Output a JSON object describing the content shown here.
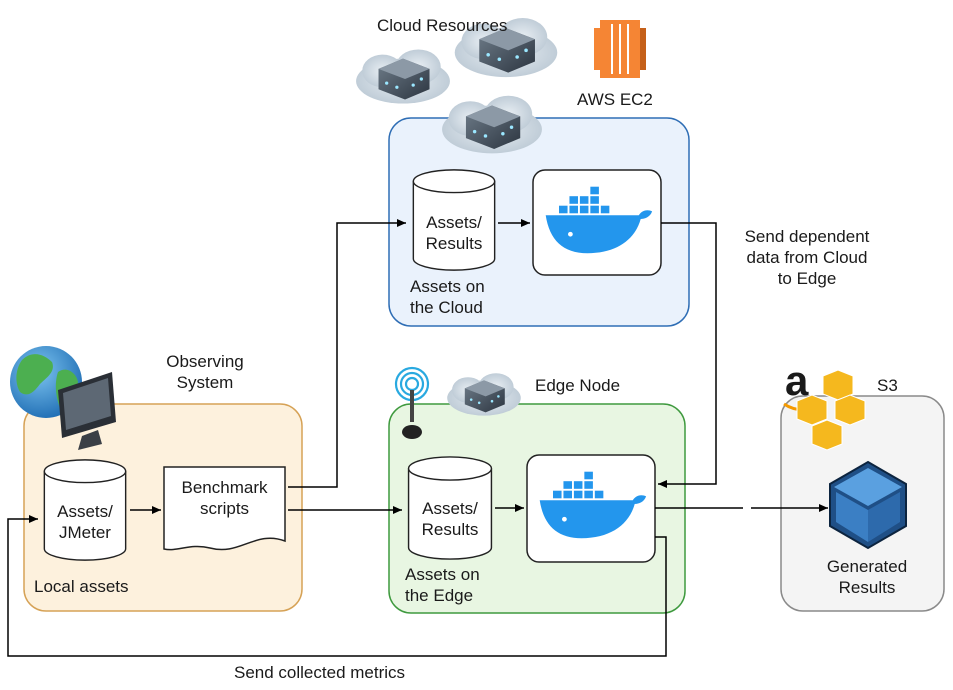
{
  "cloud": {
    "title": "Cloud Resources",
    "provider_label": "AWS EC2",
    "store_line1": "Assets/",
    "store_line2": "Results",
    "caption_line1": "Assets on",
    "caption_line2": "the Cloud"
  },
  "edge": {
    "title": "Edge Node",
    "store_line1": "Assets/",
    "store_line2": "Results",
    "caption_line1": "Assets on",
    "caption_line2": "the Edge"
  },
  "observer": {
    "title_line1": "Observing",
    "title_line2": "System",
    "store_line1": "Assets/",
    "store_line2": "JMeter",
    "scripts_line1": "Benchmark",
    "scripts_line2": "scripts",
    "caption": "Local assets"
  },
  "s3": {
    "title": "S3",
    "brand_letter": "a",
    "result_line1": "Generated",
    "result_line2": "Results"
  },
  "edges": {
    "cloud_to_edge_line1": "Send dependent",
    "cloud_to_edge_line2": "data from Cloud",
    "cloud_to_edge_line3": "to Edge",
    "metrics": "Send collected metrics"
  },
  "colors": {
    "cloud_fill": "#eaf2fc",
    "cloud_stroke": "#2f6eb5",
    "edge_fill": "#e8f6e2",
    "edge_stroke": "#3f9a3f",
    "observer_fill": "#fdf1dd",
    "observer_stroke": "#d6a256",
    "s3_fill": "#f4f4f4",
    "s3_stroke": "#8a8a8a",
    "docker_blue": "#2396ed",
    "aws_orange": "#f58534",
    "aws_yellow": "#f5b81e",
    "cube_blue": "#3b7fc4"
  },
  "icons": [
    "server-cloud-icon",
    "aws-ec2-icon",
    "docker-icon",
    "globe-icon",
    "monitor-icon",
    "antenna-icon",
    "amazon-logo-icon",
    "aws-cubes-icon",
    "bucket-cube-icon"
  ]
}
